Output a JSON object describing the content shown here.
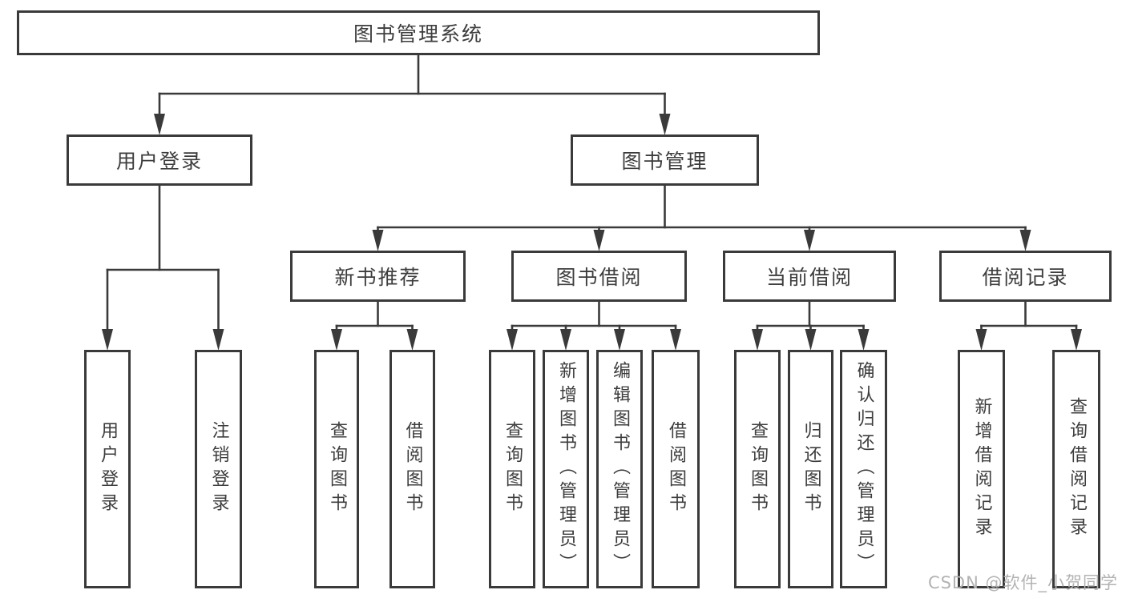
{
  "diagram": {
    "title": "图书管理系统",
    "nodes": [
      {
        "id": "system",
        "label": "图书管理系统",
        "children": [
          "user-login-module",
          "book-management"
        ]
      },
      {
        "id": "user-login-module",
        "label": "用户登录",
        "children": [
          "login",
          "logout"
        ]
      },
      {
        "id": "book-management",
        "label": "图书管理",
        "children": [
          "new-book-recommend",
          "book-borrow",
          "current-borrow",
          "borrow-records"
        ]
      },
      {
        "id": "new-book-recommend",
        "label": "新书推荐",
        "children": [
          "nb-query-books",
          "nb-borrow-books"
        ]
      },
      {
        "id": "book-borrow",
        "label": "图书借阅",
        "children": [
          "bb-query-books",
          "bb-add-books-admin",
          "bb-edit-books-admin",
          "bb-borrow-books"
        ]
      },
      {
        "id": "current-borrow",
        "label": "当前借阅",
        "children": [
          "cb-query-books",
          "cb-return-books",
          "cb-confirm-return-admin"
        ]
      },
      {
        "id": "borrow-records",
        "label": "借阅记录",
        "children": [
          "br-add-record",
          "br-query-record"
        ]
      },
      {
        "id": "login",
        "label": "用户登录",
        "children": []
      },
      {
        "id": "logout",
        "label": "注销登录",
        "children": []
      },
      {
        "id": "nb-query-books",
        "label": "查询图书",
        "children": []
      },
      {
        "id": "nb-borrow-books",
        "label": "借阅图书",
        "children": []
      },
      {
        "id": "bb-query-books",
        "label": "查询图书",
        "children": []
      },
      {
        "id": "bb-add-books-admin",
        "label": "新增图书（管理员）",
        "children": []
      },
      {
        "id": "bb-edit-books-admin",
        "label": "编辑图书（管理员）",
        "children": []
      },
      {
        "id": "bb-borrow-books",
        "label": "借阅图书",
        "children": []
      },
      {
        "id": "cb-query-books",
        "label": "查询图书",
        "children": []
      },
      {
        "id": "cb-return-books",
        "label": "归还图书",
        "children": []
      },
      {
        "id": "cb-confirm-return-admin",
        "label": "确认归还（管理员）",
        "children": []
      },
      {
        "id": "br-add-record",
        "label": "新增借阅记录",
        "children": []
      },
      {
        "id": "br-query-record",
        "label": "查询借阅记录",
        "children": []
      }
    ],
    "colors": {
      "line": "#3a3a3a",
      "box_border": "#3a3a3a",
      "text": "#3d3d3d",
      "background": "#ffffff",
      "watermark": "#b3b3b3"
    }
  },
  "watermark": {
    "text": "CSDN @软件_小贺同学"
  }
}
